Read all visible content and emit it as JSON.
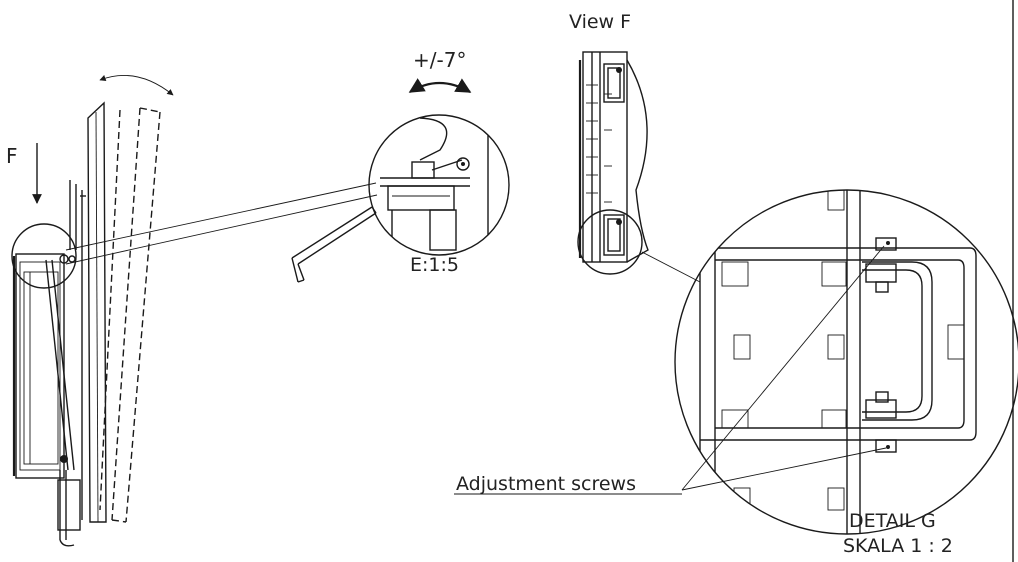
{
  "labels": {
    "force_label": "F",
    "angle_label": "+/-7°",
    "scale_e": "E:1:5",
    "view_title": "View F",
    "callout": "Adjustment screws",
    "detail_title": "DETAIL G",
    "detail_scale": "SKALA 1 : 2"
  },
  "colors": {
    "ink": "#1a1a1a",
    "background": "#ffffff"
  }
}
